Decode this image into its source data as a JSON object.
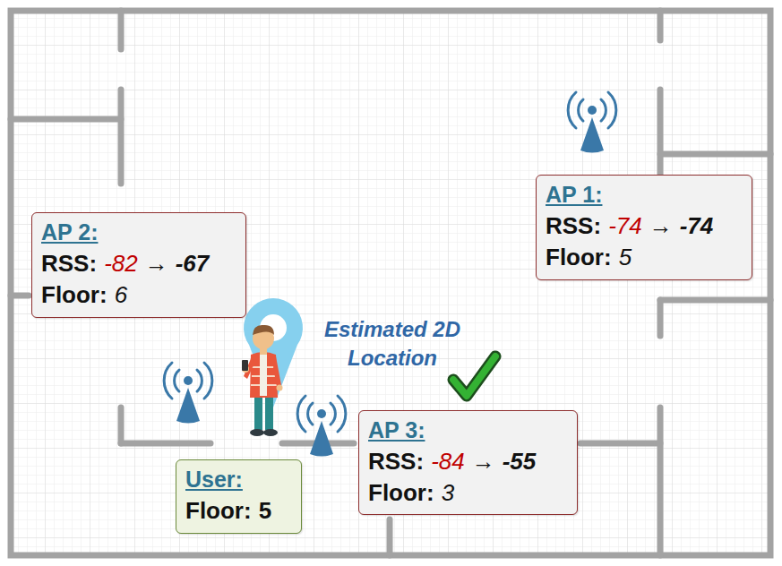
{
  "diagram": {
    "nodes": [
      {
        "text": [
          "AP 1:",
          "RSS:",
          "-74",
          "→",
          "-74",
          "Floor:",
          "5"
        ]
      },
      {
        "text": [
          "AP 2:",
          "RSS:",
          "-82",
          "→",
          "-67",
          "Floor:",
          "6"
        ]
      },
      {
        "text": [
          "AP 3:",
          "RSS:",
          "-84",
          "→",
          "-55",
          "Floor:",
          "3"
        ]
      },
      {
        "text": [
          "User:",
          "Floor:",
          "5"
        ]
      }
    ],
    "labels": [
      "Estimated 2D Location"
    ]
  }
}
